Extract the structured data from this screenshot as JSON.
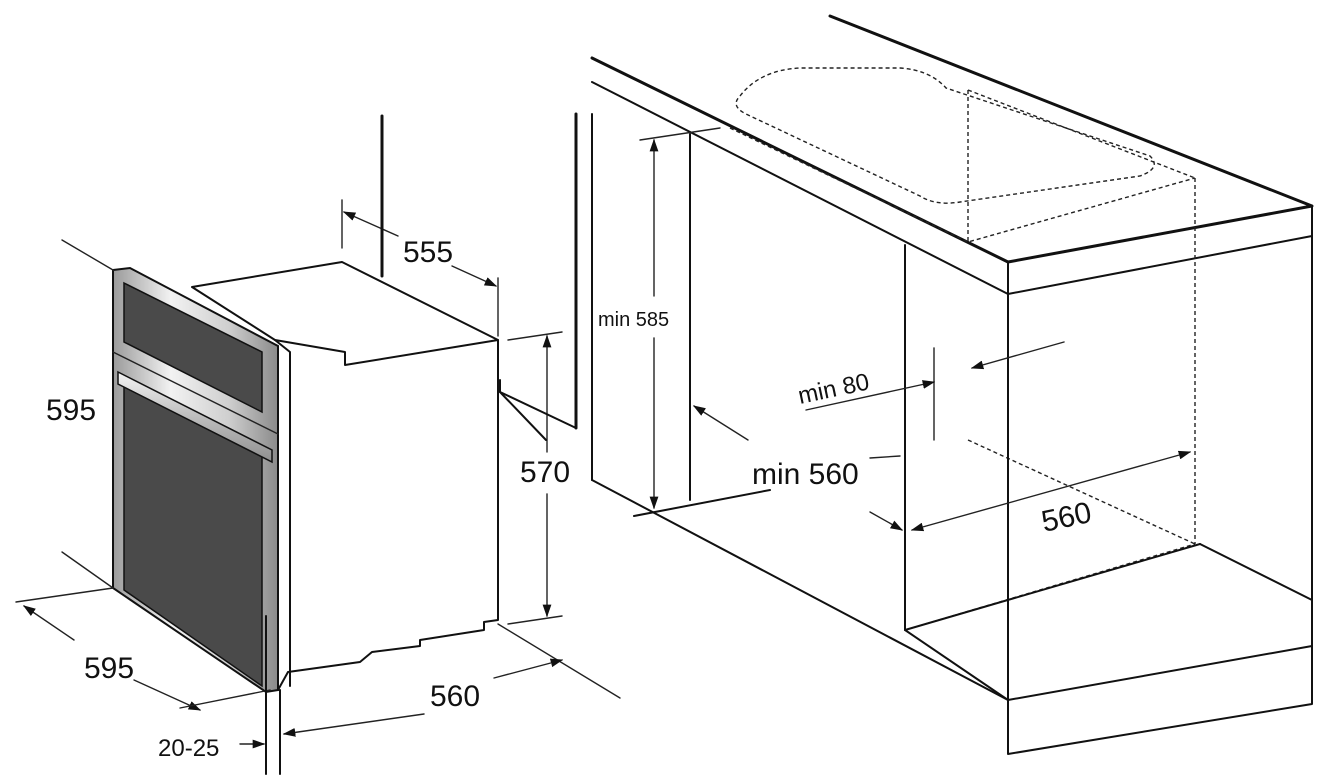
{
  "dimensions": {
    "oven_height": "595",
    "oven_width": "595",
    "door_offset": "20-25",
    "oven_depth": "560",
    "body_height": "570",
    "back_depth": "555",
    "niche_min_height": "min 585",
    "niche_min_rear_gap": "min 80",
    "niche_min_width": "min 560",
    "niche_depth": "560"
  },
  "colors": {
    "glass": "#4a4a4a",
    "line": "#111111",
    "background": "#ffffff",
    "steel_light": "#e8e8e8",
    "steel_mid": "#b8b8b8"
  }
}
